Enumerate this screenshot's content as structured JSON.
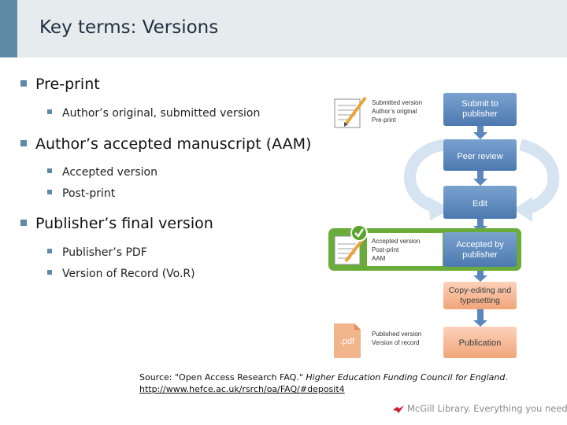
{
  "slide": {
    "title": "Key terms: Versions"
  },
  "bullets": [
    {
      "text": "Pre-print",
      "subs": [
        "Author’s original, submitted version"
      ]
    },
    {
      "text": "Author’s accepted manuscript (AAM)",
      "subs": [
        "Accepted version",
        "Post-print"
      ]
    },
    {
      "text": "Publisher’s final version",
      "subs": [
        "Publisher’s PDF",
        "Version of Record (Vo.R)"
      ]
    }
  ],
  "diagram": {
    "stages": [
      "Submit to publisher",
      "Peer review",
      "Edit",
      "Accepted by publisher",
      "Copy-editing and typesetting",
      "Publication"
    ],
    "version_labels": {
      "submitted": [
        "Submitted version",
        "Author’s original",
        "Pre-print"
      ],
      "accepted": [
        "Accepted version",
        "Post-print",
        "AAM"
      ],
      "published": [
        "Published version",
        "Version of record"
      ]
    },
    "pdf_label": ".pdf"
  },
  "source": {
    "prefix": "Source: \"Open Access Research FAQ.\" ",
    "publisher": "Higher Education Funding Council for England",
    "suffix": ".",
    "link": "http://www.hefce.ac.uk/rsrch/oa/FAQ/#deposit4"
  },
  "footer": {
    "brand": "McGill Library. Everything you need."
  },
  "colors": {
    "accent": "#5d8aa4",
    "header_bg": "#e6ebee",
    "stage_blue": "#5b87bb",
    "stage_orange": "#f4b48f",
    "accepted_green": "#6aac3a",
    "cycle_arrow": "#d6e4f2"
  }
}
